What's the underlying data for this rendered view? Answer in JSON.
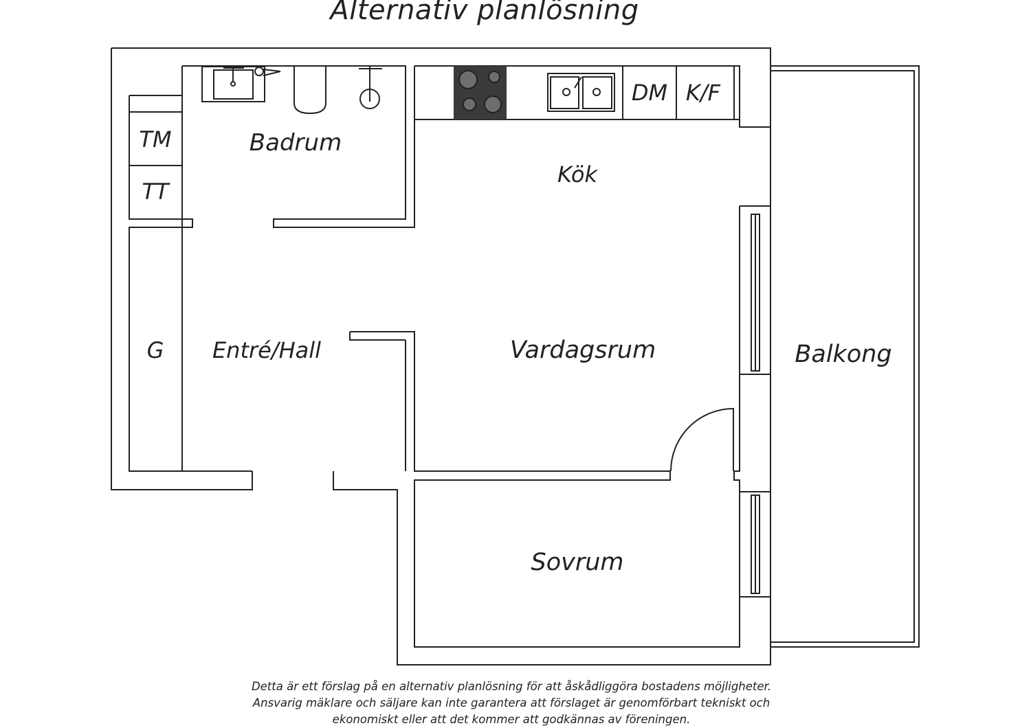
{
  "title": "Alternativ planlösning",
  "rooms": {
    "badrum": "Badrum",
    "kok": "Kök",
    "tm": "TM",
    "tt": "TT",
    "dm": "DM",
    "kf": "K/F",
    "g": "G",
    "entre": "Entré/Hall",
    "vardagsrum": "Vardagsrum",
    "balkong": "Balkong",
    "sovrum": "Sovrum"
  },
  "disclaimer": [
    "Detta är ett förslag på en alternativ planlösning för att åskådliggöra bostadens möjligheter.",
    "Ansvarig mäklare och säljare kan inte garantera att förslaget är genomförbart tekniskt och",
    "ekonomiskt eller att det kommer att godkännas av föreningen."
  ],
  "colors": {
    "line": "#222222",
    "stove": "#3a3a3a",
    "burner": "#6e6e6e"
  }
}
